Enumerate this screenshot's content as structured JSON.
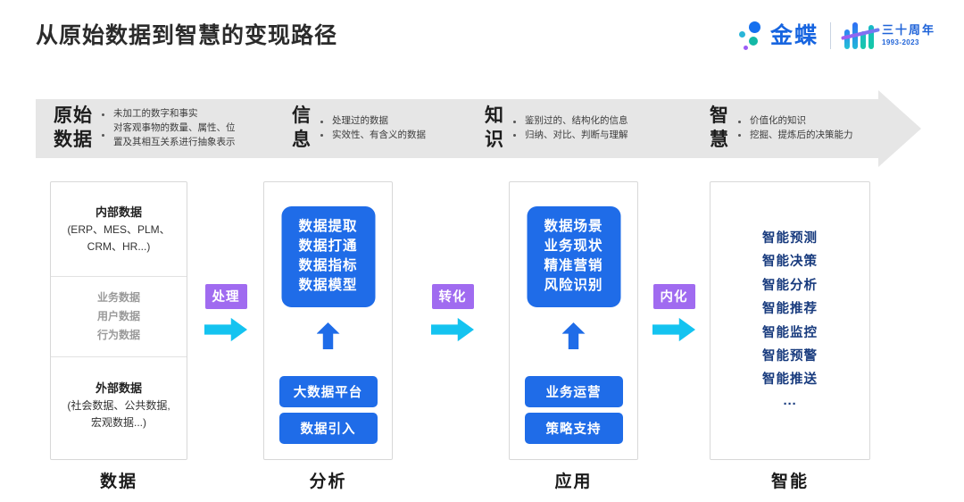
{
  "header": {
    "title": "从原始数据到智慧的变现路径",
    "brand_name": "金蝶",
    "anniversary_cn": "三十周年",
    "anniversary_years": "1993-2023"
  },
  "banner": {
    "stages": [
      {
        "title": "原始\n数据",
        "bullets": [
          "未加工的数字和事实",
          "对客观事物的数量、属性、位\n置及其相互关系进行抽象表示"
        ]
      },
      {
        "title": "信\n息",
        "bullets": [
          "处理过的数据",
          "实效性、有含义的数据"
        ]
      },
      {
        "title": "知\n识",
        "bullets": [
          "鉴别过的、结构化的信息",
          "归纳、对比、判断与理解"
        ]
      },
      {
        "title": "智\n慧",
        "bullets": [
          "价值化的知识",
          "挖掘、提炼后的决策能力"
        ]
      }
    ]
  },
  "columns": {
    "data": {
      "footer": "数据",
      "internal_title": "内部数据",
      "internal_sub": "(ERP、MES、PLM、\nCRM、HR...)",
      "middle_items": [
        "业务数据",
        "用户数据",
        "行为数据"
      ],
      "external_title": "外部数据",
      "external_sub": "(社会数据、公共数据,\n宏观数据...)"
    },
    "analysis": {
      "footer": "分析",
      "box": "数据提取\n数据打通\n数据指标\n数据模型",
      "pill_a": "大数据平台",
      "pill_b": "数据引入"
    },
    "application": {
      "footer": "应用",
      "box": "数据场景\n业务现状\n精准营销\n风险识别",
      "pill_a": "业务运营",
      "pill_b": "策略支持"
    },
    "intelligence": {
      "footer": "智能",
      "items": [
        "智能预测",
        "智能决策",
        "智能分析",
        "智能推荐",
        "智能监控",
        "智能预警",
        "智能推送"
      ],
      "ellipsis": "···"
    }
  },
  "connectors": [
    {
      "label": "处理"
    },
    {
      "label": "转化"
    },
    {
      "label": "内化"
    }
  ],
  "colors": {
    "primary_blue": "#1f6ce8",
    "navy": "#173a7d",
    "purple": "#a06bf0",
    "cyan": "#14c3f0",
    "banner_gray": "#e6e6e6",
    "brand_blue": "#1765e0"
  }
}
